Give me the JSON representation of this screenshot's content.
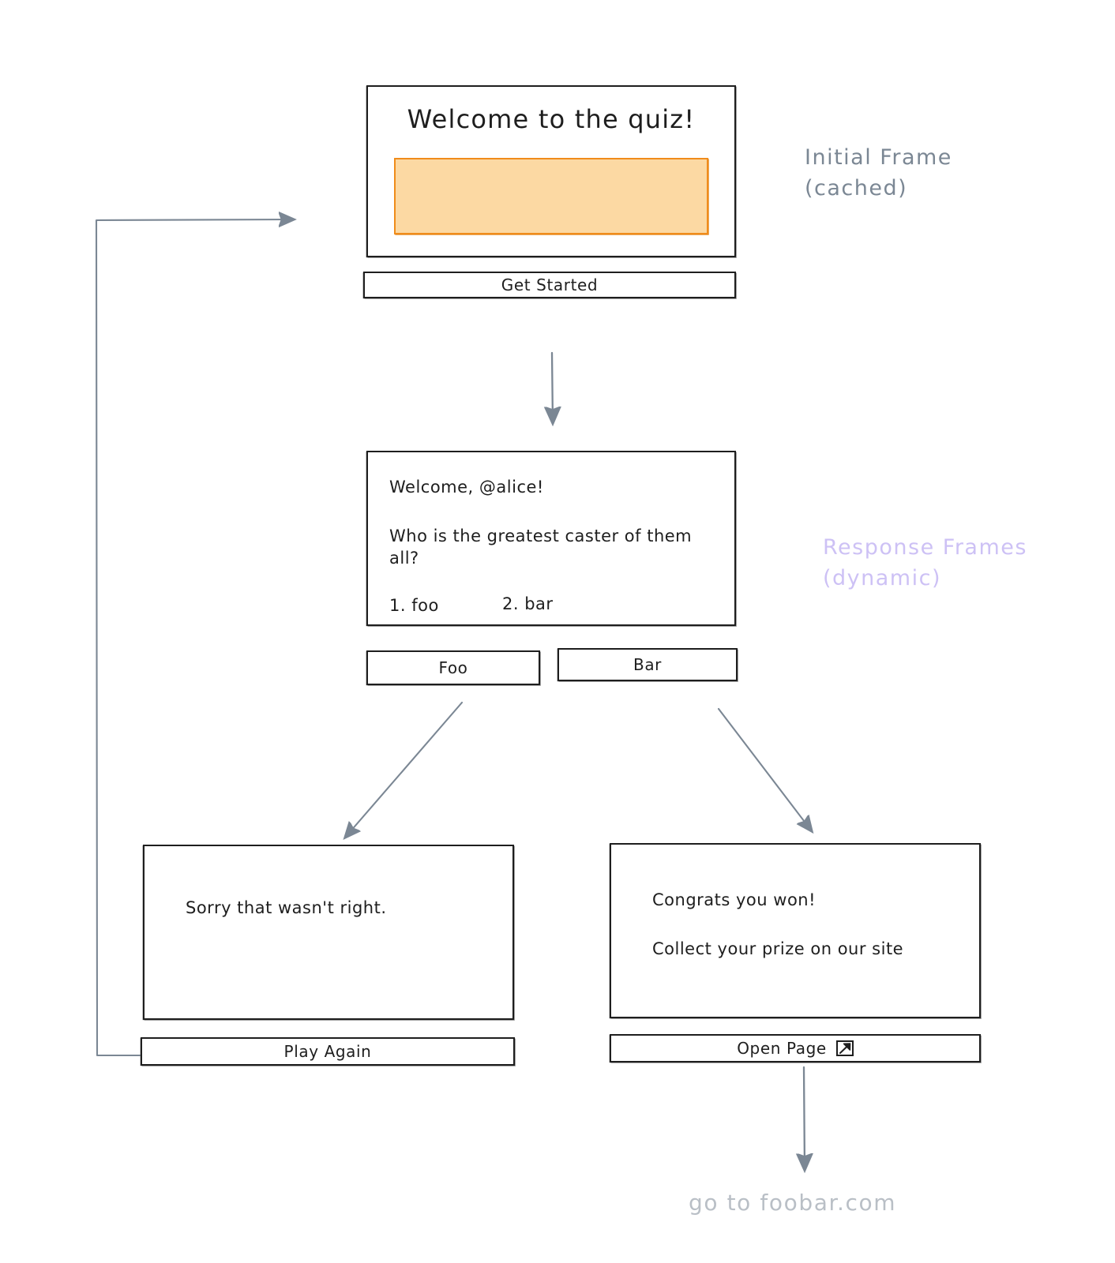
{
  "diagram": {
    "title_present": false,
    "palette": {
      "stroke": "#1e1e1e",
      "arrow": "#7b8794",
      "image_fill": "#fcd9a3",
      "image_stroke": "#f08c1b",
      "annot_initial": "#7b8794",
      "annot_response": "#cdc1f5",
      "annot_goto": "#b9bfc6"
    }
  },
  "initial_frame": {
    "title": "Welcome to the quiz!",
    "image_placeholder": "",
    "button": "Get Started"
  },
  "response_frame": {
    "greeting": "Welcome, @alice!",
    "question": "Who is the greatest caster of them all?",
    "option_1": "1. foo",
    "option_2": "2. bar",
    "button_foo": "Foo",
    "button_bar": "Bar"
  },
  "wrong_frame": {
    "message": "Sorry that wasn't right.",
    "button": "Play Again"
  },
  "won_frame": {
    "line1": "Congrats you won!",
    "line2": "Collect your prize on our site",
    "button": "Open Page",
    "button_icon": "external-link-icon"
  },
  "annotations": {
    "initial": "Initial  Frame\n(cached)",
    "response": "Response Frames\n(dynamic)",
    "goto": "go to foobar.com"
  }
}
